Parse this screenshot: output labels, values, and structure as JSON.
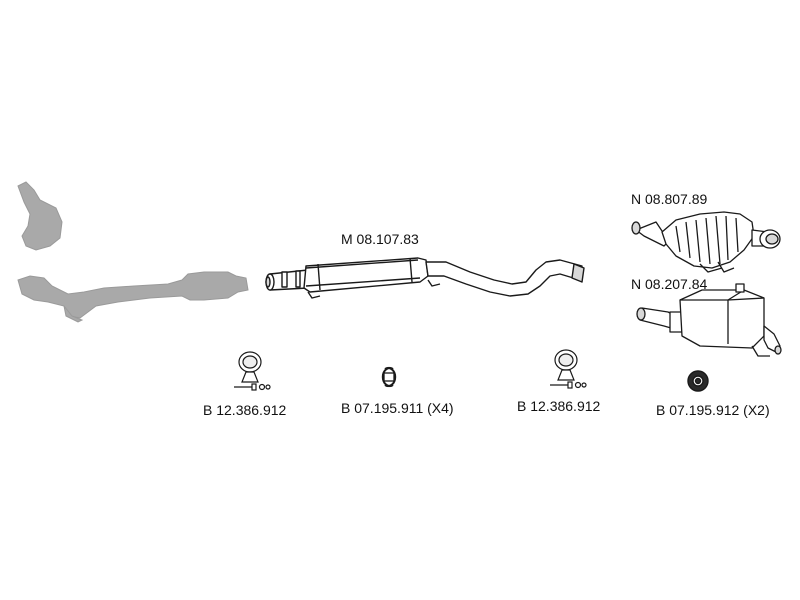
{
  "labels": {
    "middle_muffler": "M 08.107.83",
    "rear_muffler_top": "N 08.807.89",
    "rear_muffler_bottom": "N 08.207.84",
    "clamp_left": "B 12.386.912",
    "ring_mount_x4": "B 07.195.911 (X4)",
    "clamp_right": "B 12.386.912",
    "rubber_mount_x2": "B 07.195.912 (X2)"
  },
  "colors": {
    "ghost_part": "#a9a9a9",
    "line": "#1a1a1a",
    "fill": "#ffffff",
    "shade": "#d8d8d8"
  }
}
